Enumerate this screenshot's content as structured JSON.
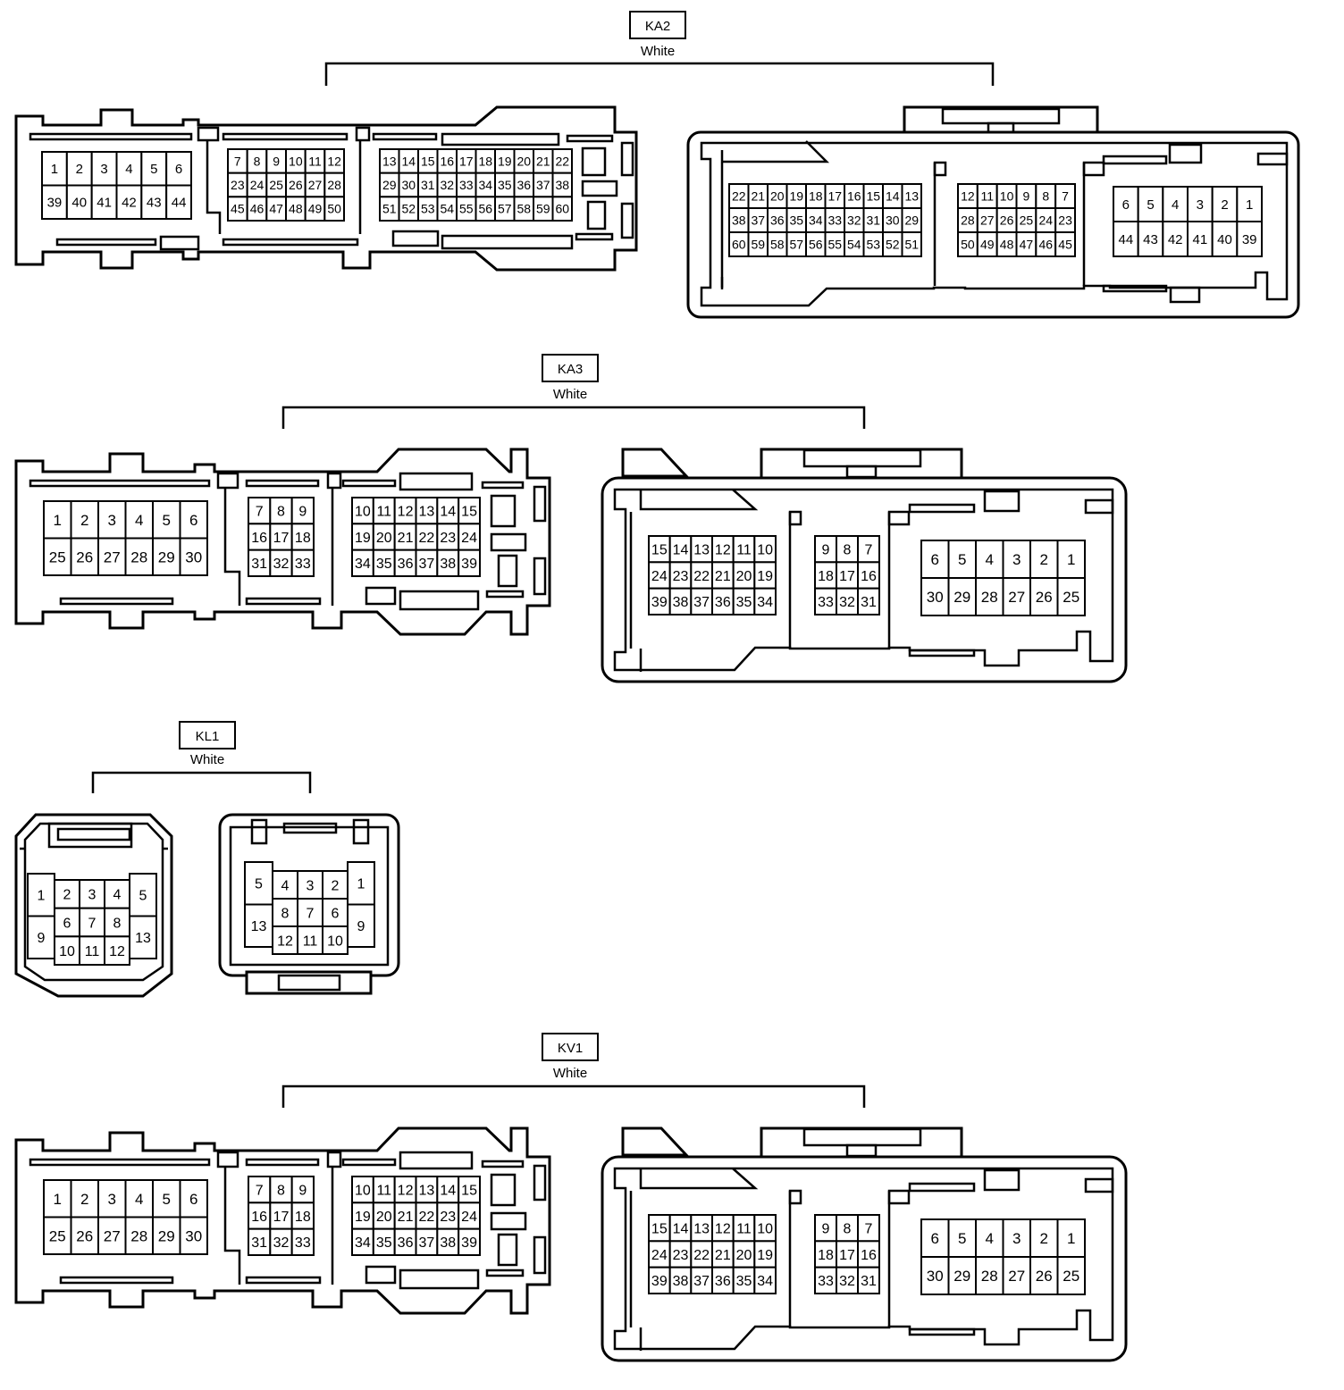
{
  "connectors": [
    {
      "name": "KA2",
      "color": "White",
      "male_rows": [
        [
          [
            "1",
            "2",
            "3",
            "4",
            "5",
            "6"
          ],
          [
            "39",
            "40",
            "41",
            "42",
            "43",
            "44"
          ]
        ],
        [
          [
            "7",
            "8",
            "9",
            "10",
            "11",
            "12"
          ],
          [
            "23",
            "24",
            "25",
            "26",
            "27",
            "28"
          ],
          [
            "45",
            "46",
            "47",
            "48",
            "49",
            "50"
          ]
        ],
        [
          [
            "13",
            "14",
            "15",
            "16",
            "17",
            "18",
            "19",
            "20",
            "21",
            "22"
          ],
          [
            "29",
            "30",
            "31",
            "32",
            "33",
            "34",
            "35",
            "36",
            "37",
            "38"
          ],
          [
            "51",
            "52",
            "53",
            "54",
            "55",
            "56",
            "57",
            "58",
            "59",
            "60"
          ]
        ]
      ],
      "female_rows": [
        [
          [
            "22",
            "21",
            "20",
            "19",
            "18",
            "17",
            "16",
            "15",
            "14",
            "13"
          ],
          [
            "38",
            "37",
            "36",
            "35",
            "34",
            "33",
            "32",
            "31",
            "30",
            "29"
          ],
          [
            "60",
            "59",
            "58",
            "57",
            "56",
            "55",
            "54",
            "53",
            "52",
            "51"
          ]
        ],
        [
          [
            "12",
            "11",
            "10",
            "9",
            "8",
            "7"
          ],
          [
            "28",
            "27",
            "26",
            "25",
            "24",
            "23"
          ],
          [
            "50",
            "49",
            "48",
            "47",
            "46",
            "45"
          ]
        ],
        [
          [
            "6",
            "5",
            "4",
            "3",
            "2",
            "1"
          ],
          [
            "44",
            "43",
            "42",
            "41",
            "40",
            "39"
          ]
        ]
      ]
    },
    {
      "name": "KA3",
      "color": "White",
      "male_rows": [
        [
          [
            "1",
            "2",
            "3",
            "4",
            "5",
            "6"
          ],
          [
            "25",
            "26",
            "27",
            "28",
            "29",
            "30"
          ]
        ],
        [
          [
            "7",
            "8",
            "9"
          ],
          [
            "16",
            "17",
            "18"
          ],
          [
            "31",
            "32",
            "33"
          ]
        ],
        [
          [
            "10",
            "11",
            "12",
            "13",
            "14",
            "15"
          ],
          [
            "19",
            "20",
            "21",
            "22",
            "23",
            "24"
          ],
          [
            "34",
            "35",
            "36",
            "37",
            "38",
            "39"
          ]
        ]
      ],
      "female_rows": [
        [
          [
            "15",
            "14",
            "13",
            "12",
            "11",
            "10"
          ],
          [
            "24",
            "23",
            "22",
            "21",
            "20",
            "19"
          ],
          [
            "39",
            "38",
            "37",
            "36",
            "35",
            "34"
          ]
        ],
        [
          [
            "9",
            "8",
            "7"
          ],
          [
            "18",
            "17",
            "16"
          ],
          [
            "33",
            "32",
            "31"
          ]
        ],
        [
          [
            "6",
            "5",
            "4",
            "3",
            "2",
            "1"
          ],
          [
            "30",
            "29",
            "28",
            "27",
            "26",
            "25"
          ]
        ]
      ]
    },
    {
      "name": "KL1",
      "color": "White",
      "male_rows": [
        [
          [
            "1"
          ],
          [
            "9"
          ]
        ],
        [
          [
            "2",
            "3",
            "4"
          ],
          [
            "6",
            "7",
            "8"
          ],
          [
            "10",
            "11",
            "12"
          ]
        ],
        [
          [
            "5"
          ],
          [
            "13"
          ]
        ]
      ],
      "female_rows": [
        [
          [
            "5"
          ],
          [
            "13"
          ]
        ],
        [
          [
            "4",
            "3",
            "2"
          ],
          [
            "8",
            "7",
            "6"
          ],
          [
            "12",
            "11",
            "10"
          ]
        ],
        [
          [
            "1"
          ],
          [
            "9"
          ]
        ]
      ]
    },
    {
      "name": "KV1",
      "color": "White",
      "male_rows": [
        [
          [
            "1",
            "2",
            "3",
            "4",
            "5",
            "6"
          ],
          [
            "25",
            "26",
            "27",
            "28",
            "29",
            "30"
          ]
        ],
        [
          [
            "7",
            "8",
            "9"
          ],
          [
            "16",
            "17",
            "18"
          ],
          [
            "31",
            "32",
            "33"
          ]
        ],
        [
          [
            "10",
            "11",
            "12",
            "13",
            "14",
            "15"
          ],
          [
            "19",
            "20",
            "21",
            "22",
            "23",
            "24"
          ],
          [
            "34",
            "35",
            "36",
            "37",
            "38",
            "39"
          ]
        ]
      ],
      "female_rows": [
        [
          [
            "15",
            "14",
            "13",
            "12",
            "11",
            "10"
          ],
          [
            "24",
            "23",
            "22",
            "21",
            "20",
            "19"
          ],
          [
            "39",
            "38",
            "37",
            "36",
            "35",
            "34"
          ]
        ],
        [
          [
            "9",
            "8",
            "7"
          ],
          [
            "18",
            "17",
            "16"
          ],
          [
            "33",
            "32",
            "31"
          ]
        ],
        [
          [
            "6",
            "5",
            "4",
            "3",
            "2",
            "1"
          ],
          [
            "30",
            "29",
            "28",
            "27",
            "26",
            "25"
          ]
        ]
      ]
    }
  ]
}
